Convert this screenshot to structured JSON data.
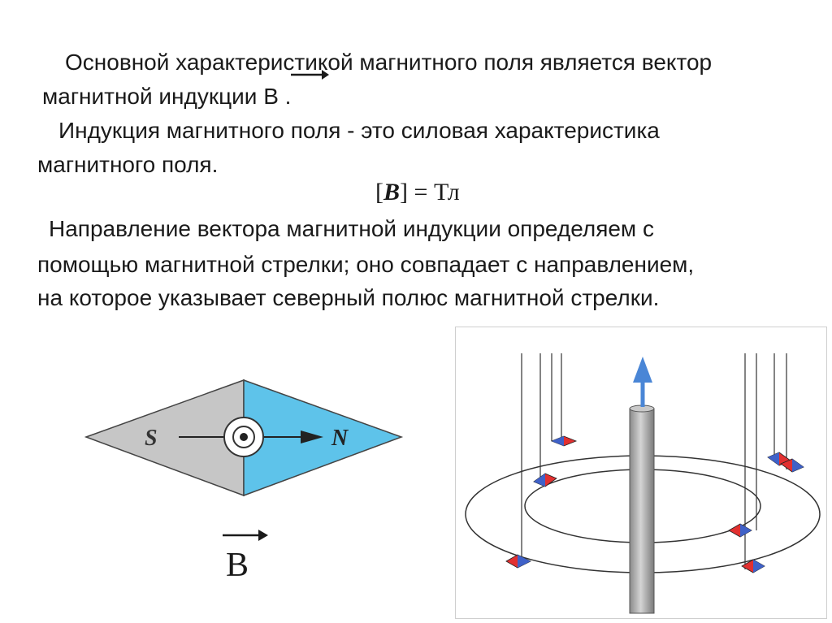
{
  "text": {
    "line1": "Основной характеристикой магнитного поля является вектор",
    "line2": "магнитной индукции B .",
    "line3": "Индукция магнитного поля - это силовая характеристика",
    "line4": "магнитного поля.",
    "formula_open": "[",
    "formula_symbol": "B",
    "formula_close": "]",
    "formula_eq": " = ",
    "formula_unit": "Тл",
    "line5": "Направление вектора магнитной индукции определяем с",
    "line6": "помощью магнитной стрелки; оно совпадает с направлением,",
    "line7": "на которое указывает северный полюс магнитной стрелки."
  },
  "needle": {
    "south_label": "S",
    "north_label": "N",
    "vector_label": "B",
    "south_color": "#c6c6c6",
    "north_color": "#5ec3ea"
  },
  "photo": {
    "arrow_color": "#4a86d6",
    "needle_red": "#e23030",
    "needle_blue": "#3f61c8"
  },
  "icons": [
    "vector-arrow-icon",
    "magnetic-needle-icon",
    "conductor-field-icon"
  ]
}
